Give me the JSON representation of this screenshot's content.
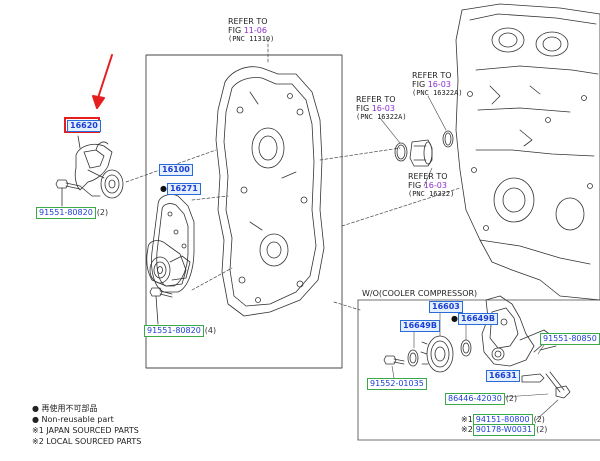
{
  "refs": {
    "ref_11_06": {
      "line1": "REFER TO",
      "fig_prefix": "FIG ",
      "fig": "11-06",
      "pnc": "(PNC 11310)"
    },
    "ref_16_03_a": {
      "line1": "REFER TO",
      "fig_prefix": "FIG ",
      "fig": "16-03",
      "pnc": "(PNC 16322A)"
    },
    "ref_16_03_b": {
      "line1": "REFER TO",
      "fig_prefix": "FIG ",
      "fig": "16-03",
      "pnc": "(PNC 16322A)"
    },
    "ref_16_03_c": {
      "line1": "REFER TO",
      "fig_prefix": "FIG ",
      "fig": "16-03",
      "pnc": "(PNC 16322)"
    }
  },
  "parts": {
    "p16620": {
      "code": "16620"
    },
    "p91551_80820_a": {
      "code": "91551-80820",
      "qty": "(2)"
    },
    "p16100": {
      "code": "16100"
    },
    "p16271": {
      "code": "16271"
    },
    "p91551_80820_b": {
      "code": "91551-80820",
      "qty": "(4)"
    },
    "p16603": {
      "code": "16603"
    },
    "p16649B_a": {
      "code": "16649B"
    },
    "p16649B_b": {
      "code": "16649B"
    },
    "p91551_80850": {
      "code": "91551-80850"
    },
    "p91552_01035": {
      "code": "91552-01035"
    },
    "p16631": {
      "code": "16631"
    },
    "p86446_42030": {
      "code": "86446-42030",
      "qty": "(2)"
    },
    "p94151_80800": {
      "prefix": "※1",
      "code": "94151-80800",
      "qty": "(2)"
    },
    "p90178_w0031": {
      "prefix": "※2",
      "code": "90178-W0031",
      "qty": "(2)"
    }
  },
  "section": {
    "label": "W/O(COOLER COMPRESSOR)"
  },
  "legend": {
    "line1": "● 再使用不可部品",
    "line2": "● Non-reusable part",
    "line3": "※1 JAPAN SOURCED PARTS",
    "line4": "※2 LOCAL SOURCED PARTS"
  },
  "colors": {
    "highlight": "#e61e1e",
    "fig_link": "#8c2fd0",
    "part_box": "#2a6bd8",
    "part_text": "#1a3fd6"
  }
}
